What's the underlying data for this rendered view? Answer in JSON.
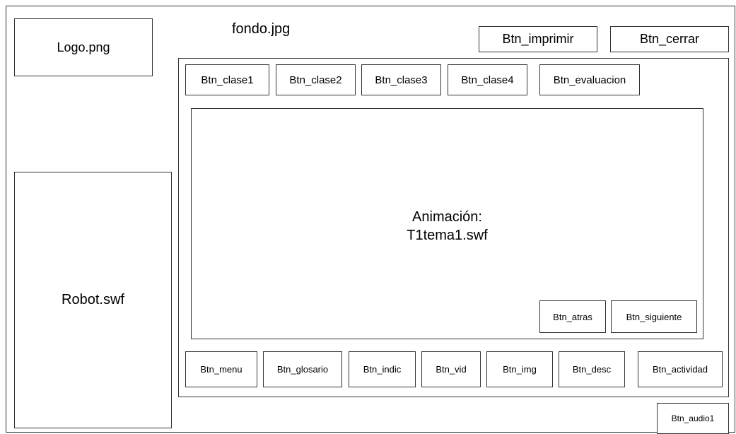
{
  "background_label": "fondo.jpg",
  "logo_label": "Logo.png",
  "robot_label": "Robot.swf",
  "top_buttons": {
    "imprimir": "Btn_imprimir",
    "cerrar": "Btn_cerrar"
  },
  "class_buttons": {
    "clase1": "Btn_clase1",
    "clase2": "Btn_clase2",
    "clase3": "Btn_clase3",
    "clase4": "Btn_clase4",
    "evaluacion": "Btn_evaluacion"
  },
  "animation": {
    "line1": "Animación:",
    "line2": "T1tema1.swf"
  },
  "nav_buttons": {
    "atras": "Btn_atras",
    "siguiente": "Btn_siguiente"
  },
  "bottom_buttons": {
    "menu": "Btn_menu",
    "glosario": "Btn_glosario",
    "indic": "Btn_indic",
    "vid": "Btn_vid",
    "img": "Btn_img",
    "desc": "Btn_desc",
    "actividad": "Btn_actividad"
  },
  "audio_button": "Btn_audio1"
}
